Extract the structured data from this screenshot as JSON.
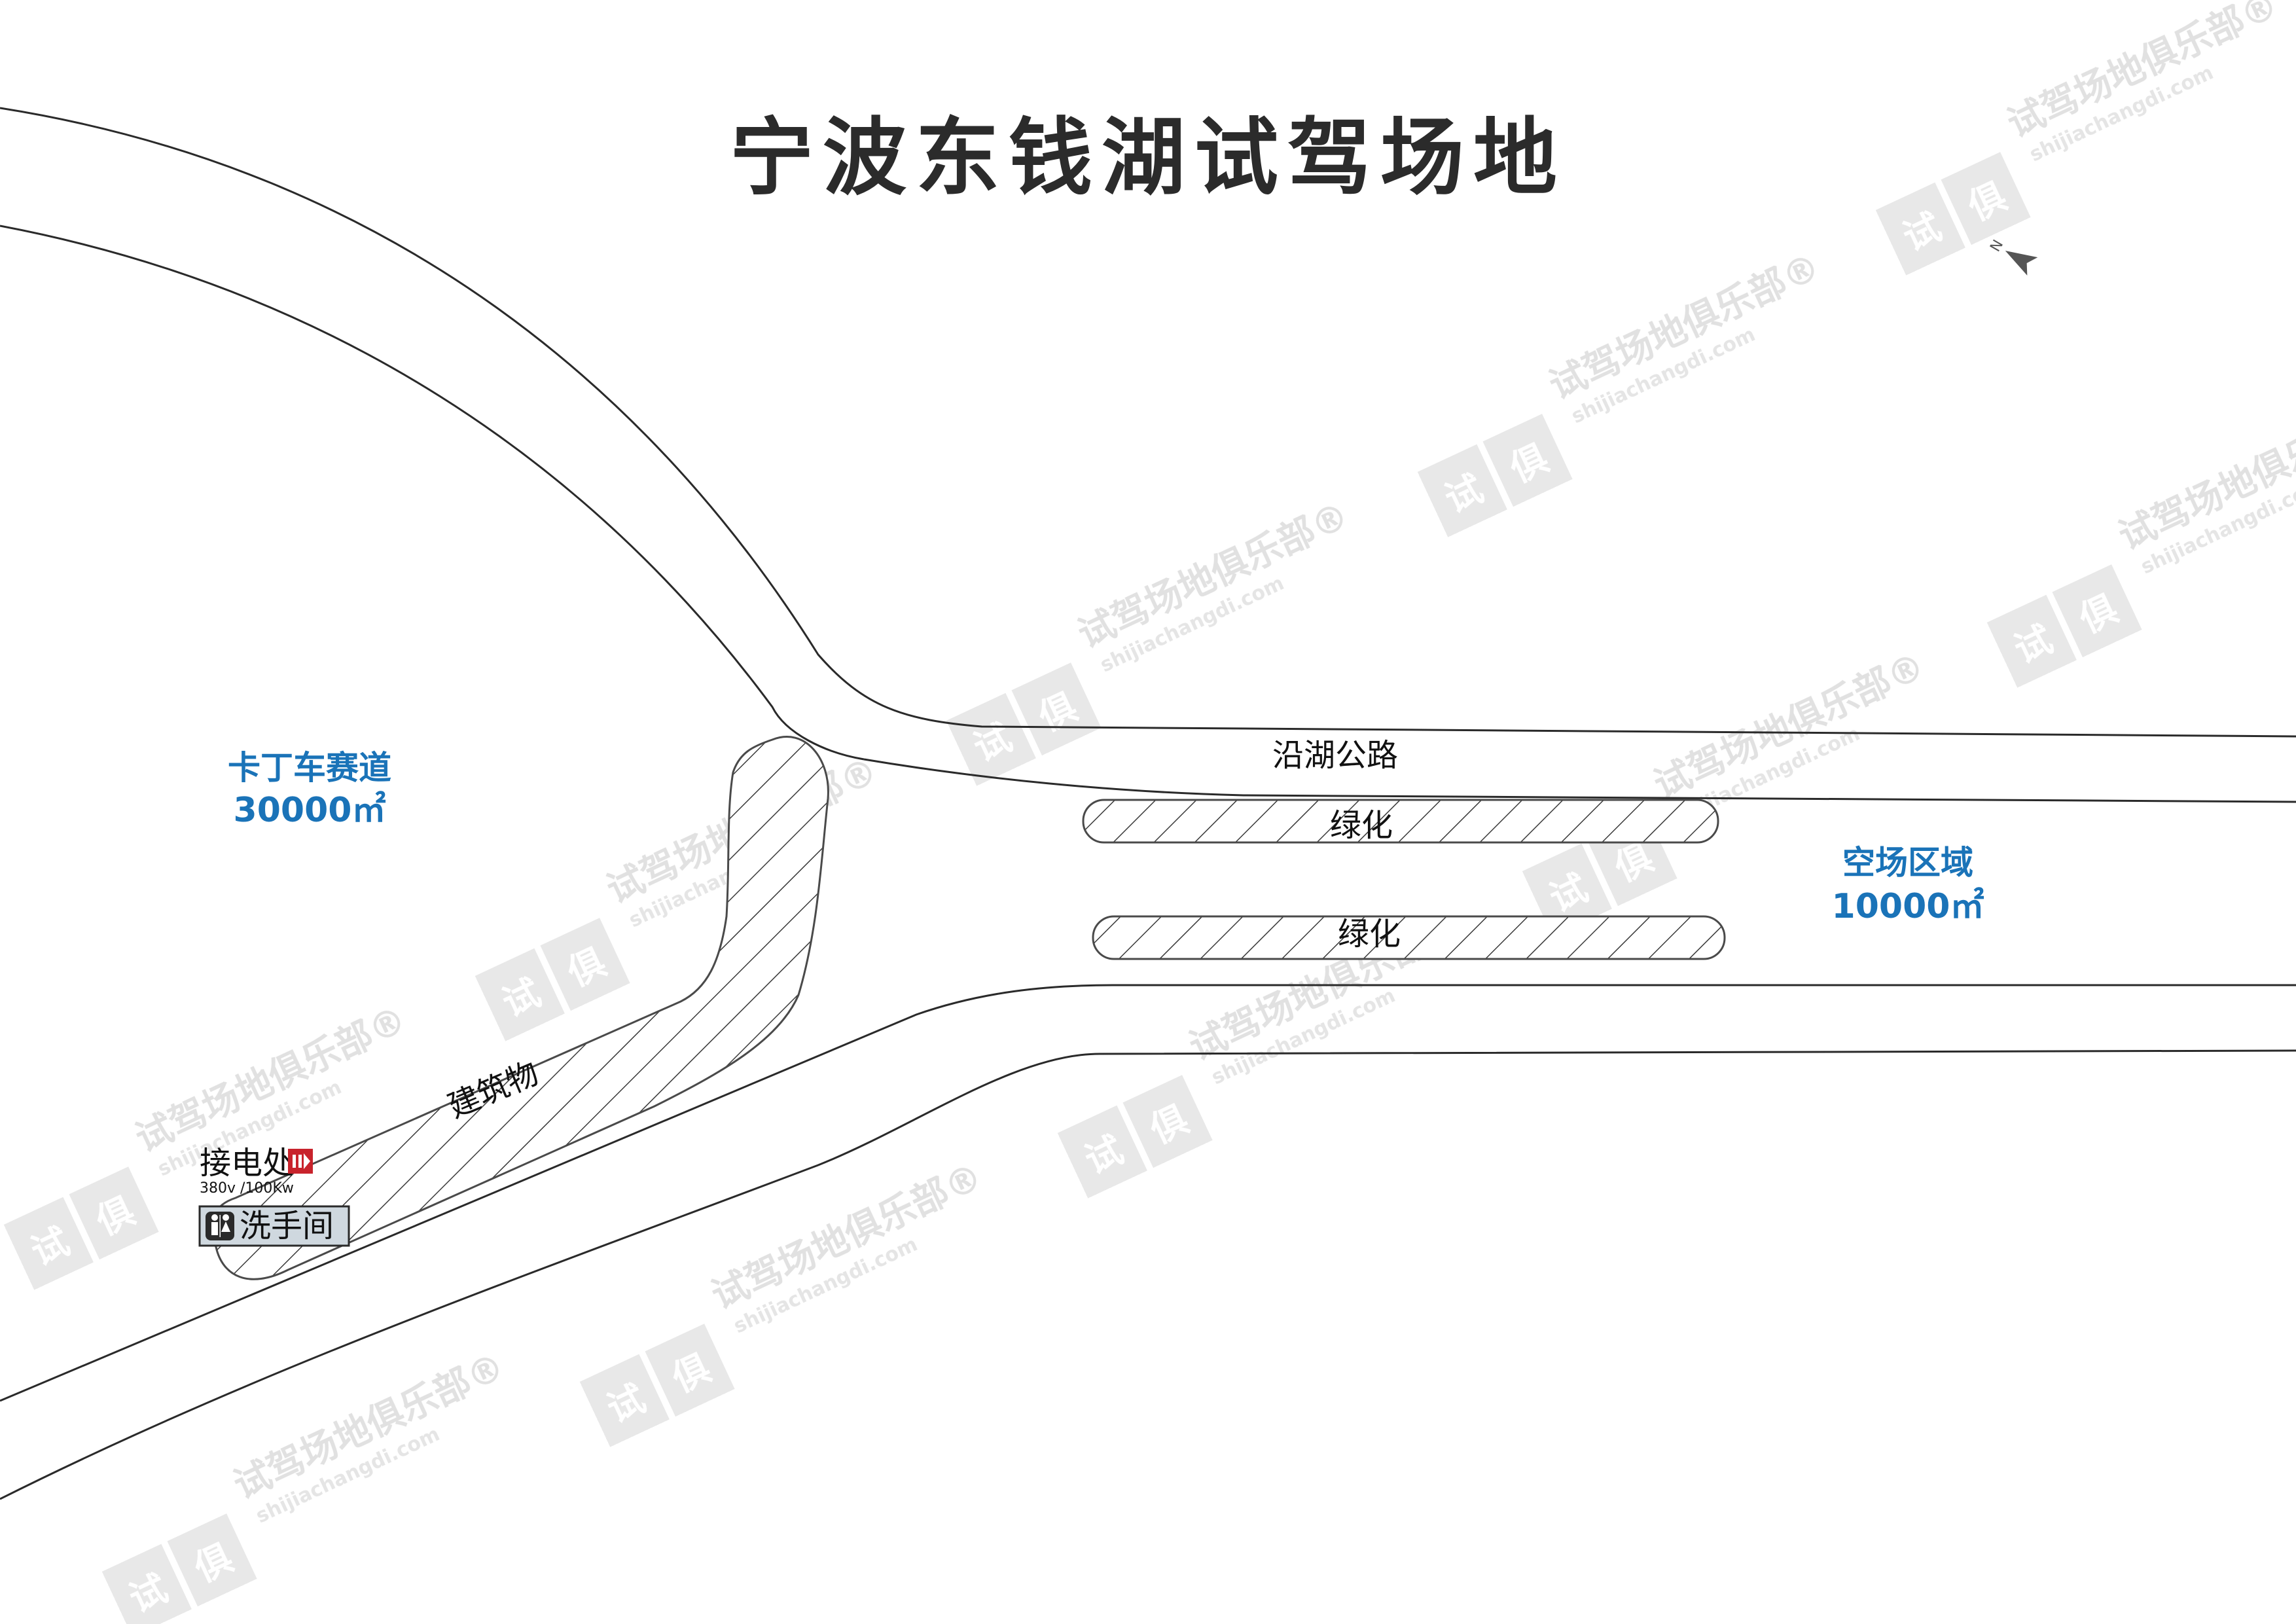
{
  "title": "宁波东钱湖试驾场地",
  "compass": {
    "label": "N"
  },
  "zones": {
    "kart_track": {
      "name": "卡丁车赛道",
      "area": "30000㎡"
    },
    "open_area": {
      "name": "空场区域",
      "area": "10000㎡"
    }
  },
  "labels": {
    "road": "沿湖公路",
    "green_1": "绿化",
    "green_2": "绿化",
    "building": "建筑物"
  },
  "facilities": {
    "power": {
      "label": "接电处",
      "spec": "380v /100Kw",
      "icon": "power-outlet-icon",
      "color": "#c8232c"
    },
    "restroom": {
      "label": "洗手间",
      "icon": "restroom-icon"
    }
  },
  "watermark": {
    "brand": "试驾场地俱乐部",
    "url": "shijiachangdi.com",
    "mark": "®",
    "logo": "试 俱"
  },
  "colors": {
    "zone_blue": "#1a73b8",
    "title_gray": "#2b2b2b"
  }
}
